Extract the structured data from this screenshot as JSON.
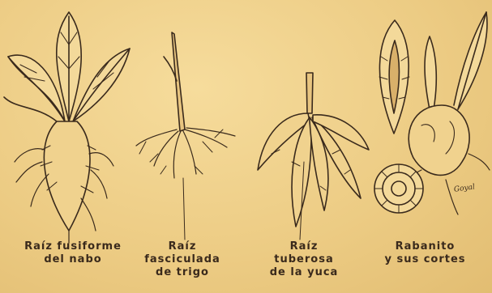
{
  "figures": [
    {
      "id": "nabo",
      "lines": [
        "Raíz fusiforme",
        "del nabo"
      ]
    },
    {
      "id": "trigo",
      "lines": [
        "Raíz",
        "fasciculada",
        "de trigo"
      ]
    },
    {
      "id": "yuca",
      "lines": [
        "Raíz",
        "tuberosa",
        "de la yuca"
      ]
    },
    {
      "id": "rabanito",
      "lines": [
        "Rabanito",
        "y sus cortes"
      ]
    }
  ],
  "signature": "Goyal",
  "colors": {
    "paper": "#efd08a",
    "ink": "#3a2a1c"
  }
}
